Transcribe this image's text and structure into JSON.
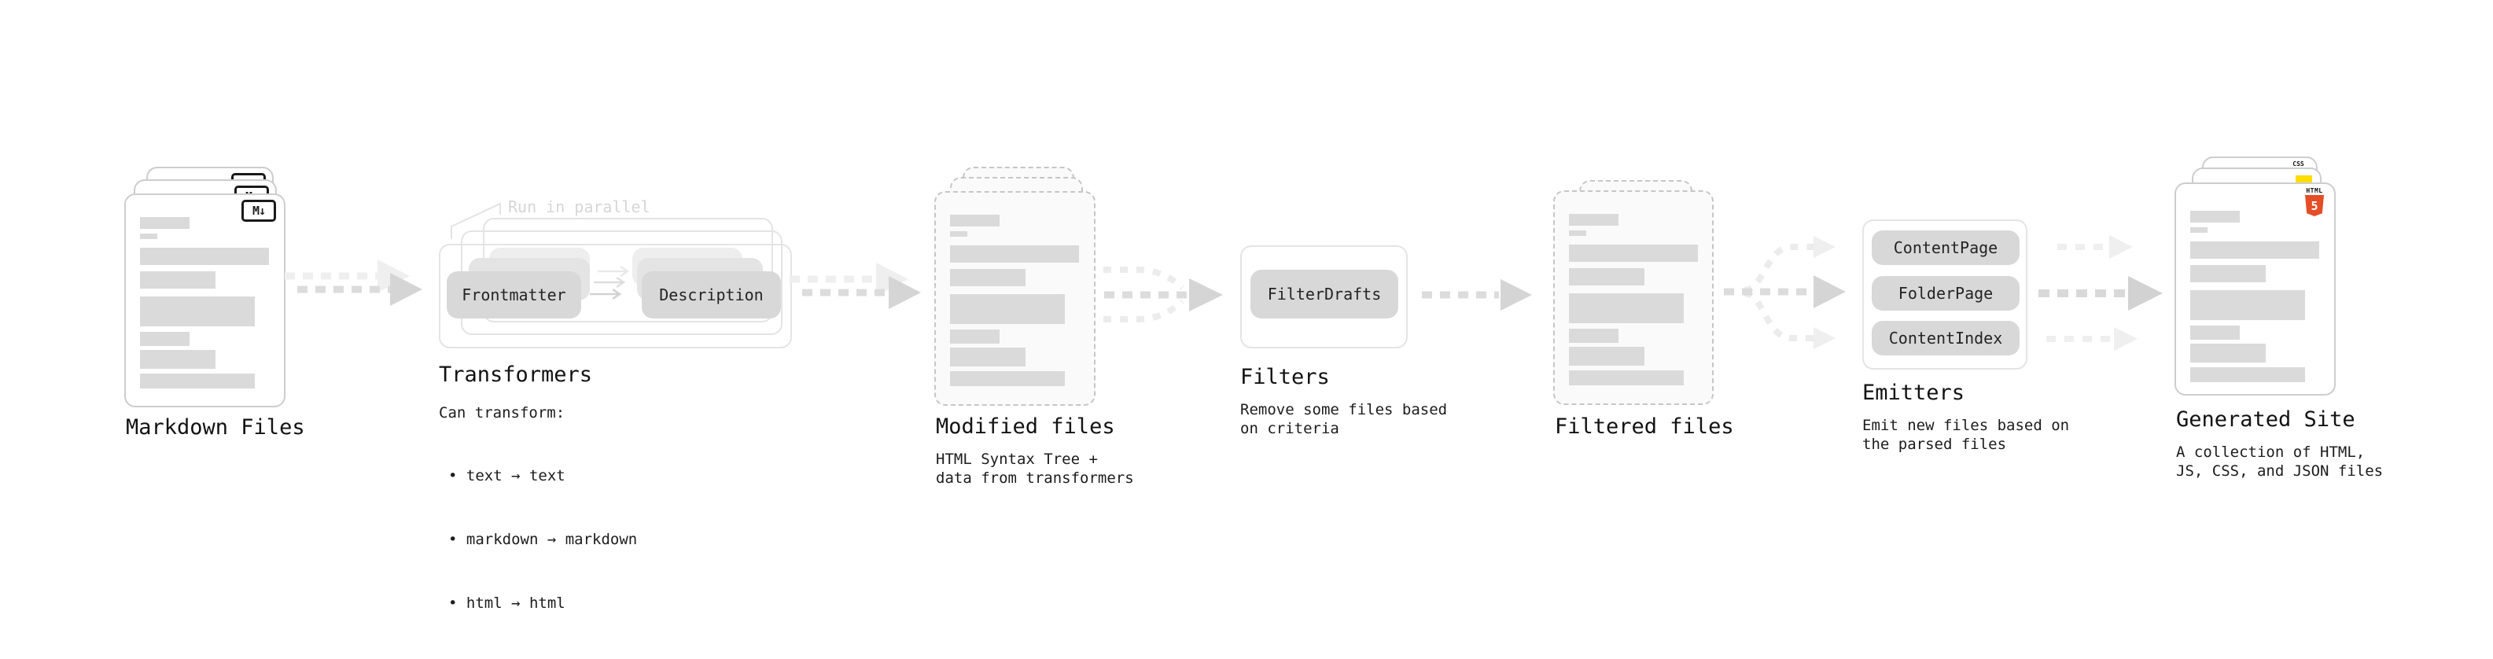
{
  "diagram": {
    "stages": {
      "markdown": {
        "label": "Markdown Files",
        "icon": "M↓"
      },
      "transformers": {
        "label": "Transformers",
        "callout": "Run in parallel",
        "pill_left": "Frontmatter",
        "pill_right": "Description",
        "note": "Can transform:",
        "bullets": [
          "text → text",
          "markdown → markdown",
          "html → html"
        ]
      },
      "modified": {
        "label": "Modified files",
        "note_line1": "HTML Syntax Tree +",
        "note_line2": "data from transformers"
      },
      "filters": {
        "label": "Filters",
        "pill": "FilterDrafts",
        "note_line1": "Remove some files based",
        "note_line2": "on criteria"
      },
      "filtered": {
        "label": "Filtered files"
      },
      "emitters": {
        "label": "Emitters",
        "pills": [
          "ContentPage",
          "FolderPage",
          "ContentIndex"
        ],
        "note_line1": "Emit new files based on",
        "note_line2": "the parsed files"
      },
      "generated": {
        "label": "Generated Site",
        "note_line1": "A collection of HTML,",
        "note_line2": "JS, CSS, and JSON files",
        "html5_badge_word": "HTML",
        "html5_badge_number": "5",
        "css_badge_word": "CSS"
      }
    },
    "colors": {
      "html5_orange": "#e44d26",
      "js_yellow": "#ffdd00",
      "css_blue": "#2d63e8",
      "arrow_medium": "#d9d9d9",
      "arrow_light": "#efefef"
    }
  }
}
